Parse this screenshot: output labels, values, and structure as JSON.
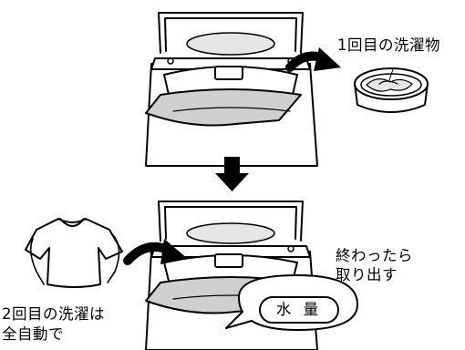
{
  "step1": {
    "caption": "1回目の洗濯物"
  },
  "step2": {
    "caption_line1": "2回目の洗濯は",
    "caption_line2": "全自動で",
    "remove_line1": "終わったら",
    "remove_line2": "取り出す",
    "water_badge": "水 量"
  },
  "colors": {
    "ink": "#000000",
    "body": "#ffffff",
    "shade": "#e6e6e6",
    "shade_dark": "#cfcfcf"
  },
  "icons": [
    "washing-machine-icon",
    "laundry-tub-icon",
    "tshirt-icon",
    "curved-arrow-icon",
    "down-arrow-icon"
  ]
}
